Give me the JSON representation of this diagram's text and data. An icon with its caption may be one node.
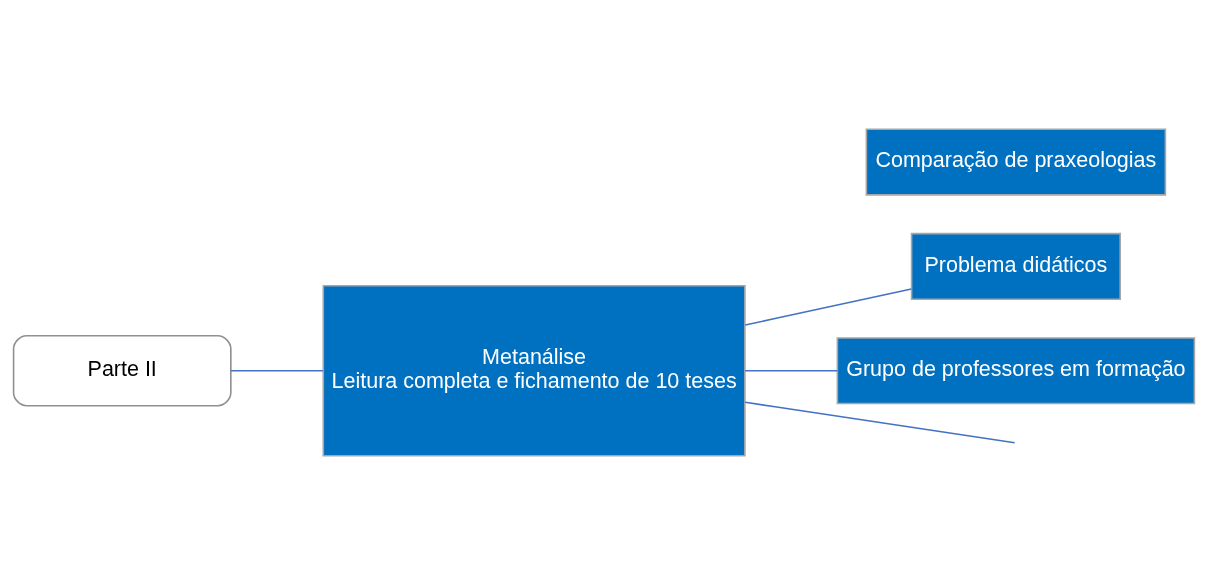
{
  "diagram": {
    "nodes": [
      {
        "text": [
          "Parte II"
        ]
      },
      {
        "text": [
          "Metanálise",
          "Leitura completa e fichamento de 10 teses"
        ]
      },
      {
        "text": [
          "Comparação de praxeologias"
        ]
      },
      {
        "text": [
          "Problema didáticos"
        ]
      },
      {
        "text": [
          "Grupo de professores em formação"
        ]
      }
    ],
    "edges": [
      {
        "from": 0,
        "to": 1,
        "arrow": "none"
      },
      {
        "from": 1,
        "to": null,
        "arrow": "none"
      },
      {
        "from": 1,
        "to": 3,
        "arrow": "none"
      },
      {
        "from": 1,
        "to": 4,
        "arrow": "none"
      }
    ]
  }
}
